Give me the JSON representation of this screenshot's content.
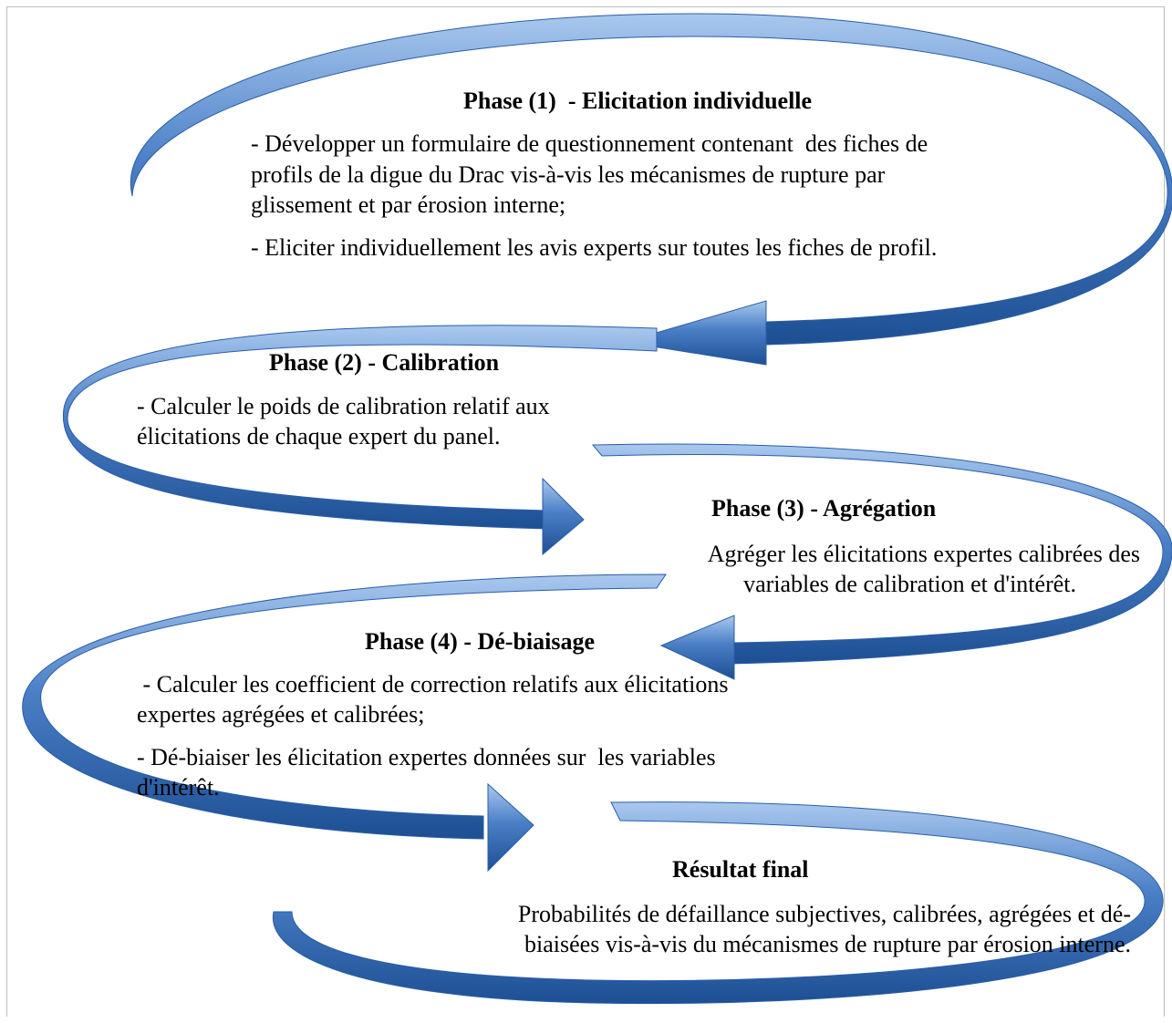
{
  "colors": {
    "arrow_fill": "#4a7fc6",
    "arrow_light": "#a9c8ee",
    "arrow_dark": "#1d4f93",
    "border": "#bdbdbd"
  },
  "phase1": {
    "title": "Phase (1)  - Elicitation individuelle",
    "bullet1_line1": "- Développer un formulaire de questionnement contenant  des fiches de",
    "bullet1_line2": "profils de la digue du Drac vis-à-vis les mécanismes de rupture par",
    "bullet1_line3": "glissement et par érosion interne;",
    "bullet2": "- Eliciter individuellement les avis experts sur toutes les fiches de profil."
  },
  "phase2": {
    "title": "Phase (2) - Calibration",
    "line1": "- Calculer le poids de calibration relatif aux",
    "line2": "élicitations de chaque expert du panel."
  },
  "phase3": {
    "title": "Phase (3) - Agrégation",
    "line1": "Agréger les élicitations expertes calibrées des",
    "line2": "variables de calibration et d'intérêt."
  },
  "phase4": {
    "title": "Phase (4) - Dé-biaisage",
    "bullet1_line1": " - Calculer les coefficient de correction relatifs aux élicitations",
    "bullet1_line2": "expertes agrégées et calibrées;",
    "bullet2_line1": "- Dé-biaiser les élicitation expertes données sur  les variables",
    "bullet2_line2": "d'intérêt."
  },
  "result": {
    "title": "Résultat final",
    "line1": "Probabilités de défaillance subjectives, calibrées, agrégées et dé-",
    "line2": "biaisées vis-à-vis du mécanismes de rupture par érosion interne."
  }
}
